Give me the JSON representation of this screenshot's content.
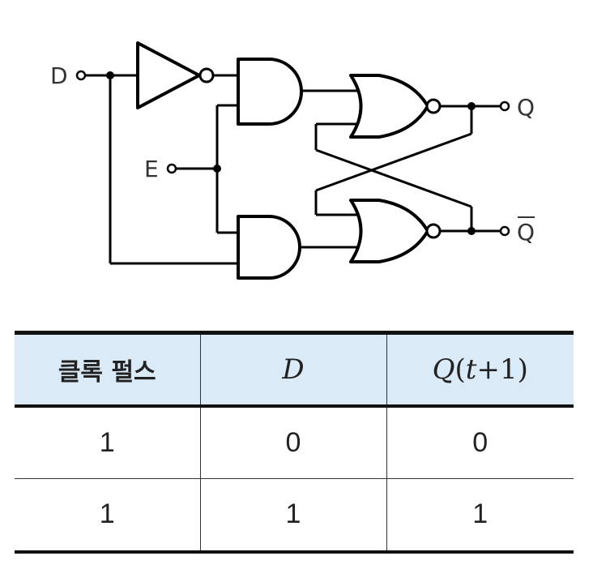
{
  "circuit": {
    "inputs": {
      "d": "D",
      "e": "E"
    },
    "outputs": {
      "q": "Q",
      "q_bar": "Q"
    }
  },
  "truth_table": {
    "headers": {
      "clock": "클록 펄스",
      "d_var": "D",
      "q_func": "Q",
      "q_open": "(",
      "q_t": "t",
      "q_plus": "+",
      "q_one": "1",
      "q_close": ")"
    },
    "rows": [
      {
        "clock": "1",
        "d": "0",
        "q": "0"
      },
      {
        "clock": "1",
        "d": "1",
        "q": "1"
      }
    ]
  }
}
